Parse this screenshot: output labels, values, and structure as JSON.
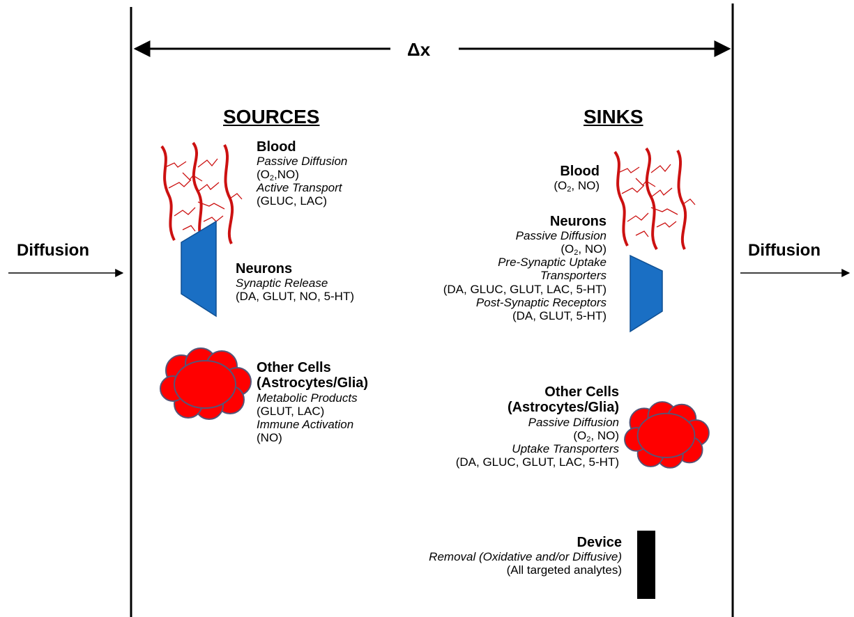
{
  "delta_label": "Δx",
  "left_flow_label": "Diffusion",
  "right_flow_label": "Diffusion",
  "sources": {
    "heading": "SOURCES",
    "blood": {
      "title": "Blood",
      "mech1": "Passive Diffusion",
      "list1_pre": "(O",
      "list1_sub": "2",
      "list1_post": ",NO)",
      "mech2": "Active Transport",
      "list2": "(GLUC, LAC)"
    },
    "neurons": {
      "title": "Neurons",
      "mech1": "Synaptic Release",
      "list1": "(DA, GLUT, NO, 5-HT)"
    },
    "other": {
      "title1": "Other Cells",
      "title2": "(Astrocytes/Glia)",
      "mech1": "Metabolic Products",
      "list1": "(GLUT, LAC)",
      "mech2": "Immune Activation",
      "list2": "(NO)"
    }
  },
  "sinks": {
    "heading": "SINKS",
    "blood": {
      "title": "Blood",
      "list1_pre": "(O",
      "list1_sub": "2",
      "list1_post": ", NO)"
    },
    "neurons": {
      "title": "Neurons",
      "mech1": "Passive Diffusion",
      "list1_pre": "(O",
      "list1_sub": "2",
      "list1_post": ", NO)",
      "mech2a": "Pre-Synaptic Uptake",
      "mech2b": "Transporters",
      "list2": "(DA, GLUC, GLUT, LAC, 5-HT)",
      "mech3": "Post-Synaptic Receptors",
      "list3": "(DA, GLUT, 5-HT)"
    },
    "other": {
      "title1": "Other Cells",
      "title2": "(Astrocytes/Glia)",
      "mech1": "Passive Diffusion",
      "list1_pre": "(O",
      "list1_sub": "2",
      "list1_post": ", NO)",
      "mech2": "Uptake Transporters",
      "list2": "(DA, GLUC, GLUT, LAC, 5-HT)"
    },
    "device": {
      "title": "Device",
      "mech1": "Removal (Oxidative and/or Diffusive)",
      "list1": "(All targeted analytes)"
    }
  },
  "colors": {
    "vessel": "#cc1111",
    "neuron": "#1a6fc4",
    "neuron_edge": "#0f4f92",
    "glia": "#ff0000",
    "glia_edge": "#555577",
    "device": "#000000"
  }
}
